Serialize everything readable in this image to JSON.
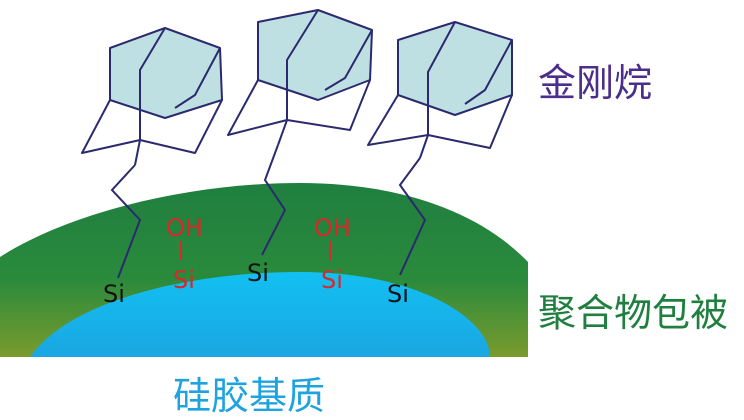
{
  "labels": {
    "adamantane": "金刚烷",
    "polymer_coating": "聚合物包被",
    "silica_substrate": "硅胶基质"
  },
  "atoms": {
    "si": "Si",
    "oh": "OH"
  },
  "colors": {
    "adamantane_fill": "#bfe0e3",
    "bond_line": "#2b2a6e",
    "polymer_green": "#1f7f3f",
    "polymer_edge": "#7a9b2e",
    "silica_blue": "#16b3ec",
    "silanol_red": "#d8282b",
    "substrate_text": "#1fa3df",
    "adamantane_text": "#4b2d8c"
  }
}
